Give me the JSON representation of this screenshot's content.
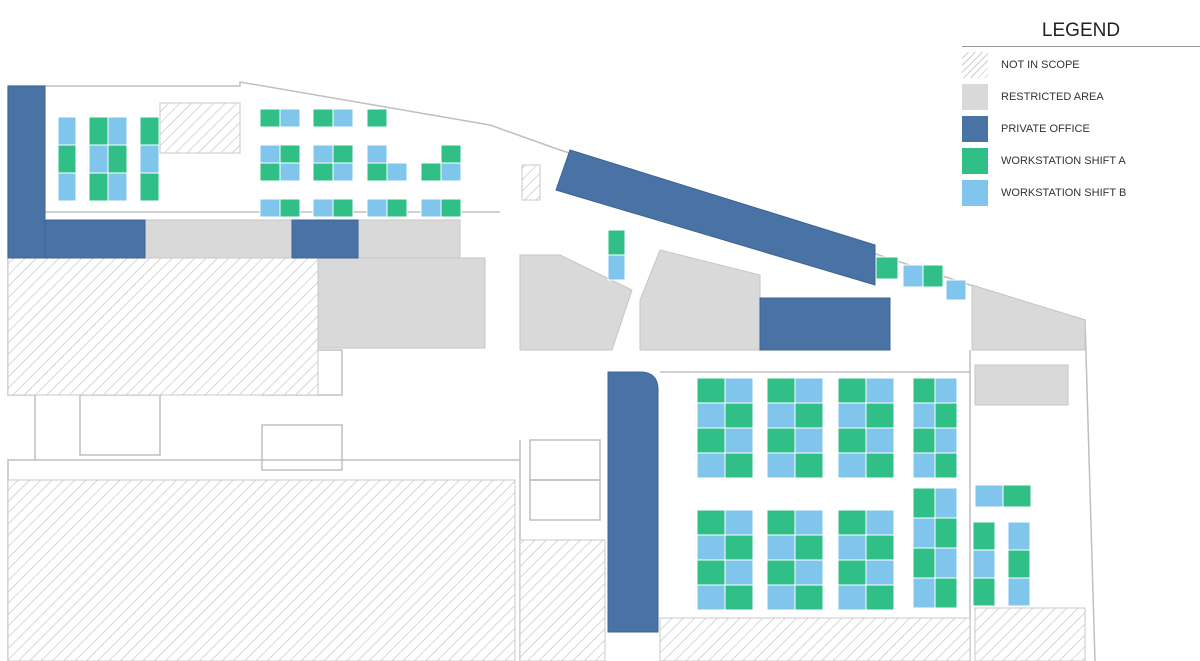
{
  "legend": {
    "title": "LEGEND",
    "items": [
      {
        "label": "NOT IN SCOPE",
        "kind": "hatch",
        "color": "#cfcfcf"
      },
      {
        "label": "RESTRICTED AREA",
        "kind": "solid",
        "color": "#d9d9d9"
      },
      {
        "label": "PRIVATE OFFICE",
        "kind": "solid",
        "color": "#4a73a5"
      },
      {
        "label": "WORKSTATION SHIFT A",
        "kind": "solid",
        "color": "#2fbf87"
      },
      {
        "label": "WORKSTATION SHIFT B",
        "kind": "solid",
        "color": "#80c6ec"
      }
    ]
  }
}
